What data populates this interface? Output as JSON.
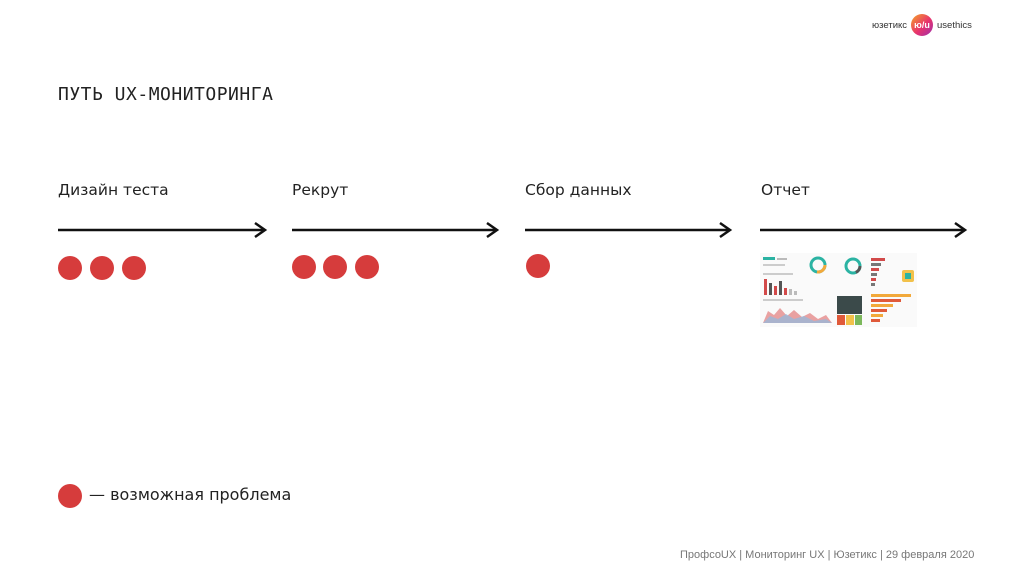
{
  "logo": {
    "left_text": "юзетикс",
    "mark": "ю/u",
    "right_text": "usethics"
  },
  "title": "ПУТЬ UX-МОНИТОРИНГА",
  "stages": [
    {
      "label": "Дизайн теста",
      "problems": 3
    },
    {
      "label": "Рекрут",
      "problems": 3
    },
    {
      "label": "Сбор данных",
      "problems": 1
    },
    {
      "label": "Отчет",
      "problems": 0
    }
  ],
  "legend": {
    "text": "— возможная проблема"
  },
  "footer": "ПрофсоUX | Мониторинг UX | Юзетикс | 29 февраля 2020",
  "colors": {
    "problem": "#d63c3c",
    "arrow": "#111111"
  },
  "thumbnail_icon": "dashboard-report-thumbnail"
}
